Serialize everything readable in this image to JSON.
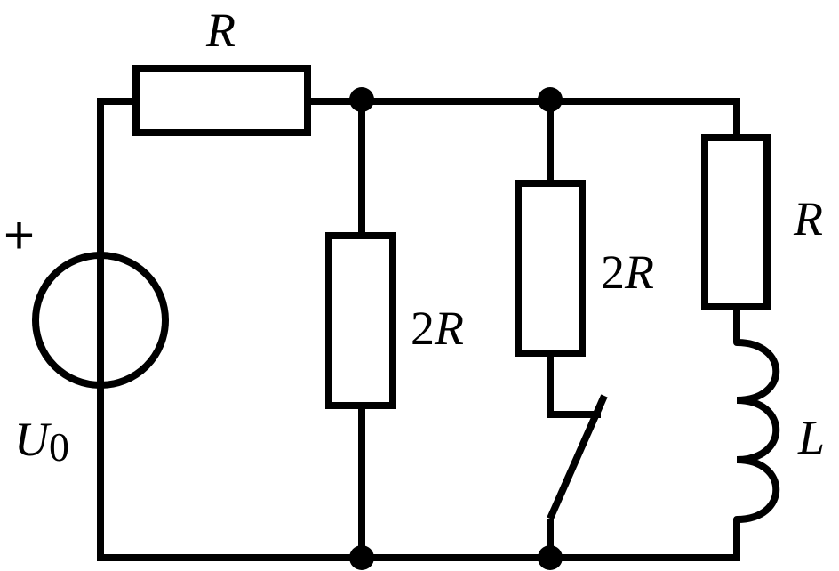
{
  "labels": {
    "top_resistor": "R",
    "source_plus": "+",
    "source_name": "U",
    "source_sub": "0",
    "shunt_resistor_num": "2",
    "shunt_resistor_sym": "R",
    "switch_resistor_num": "2",
    "switch_resistor_sym": "R",
    "right_resistor": "R",
    "inductor": "L"
  }
}
